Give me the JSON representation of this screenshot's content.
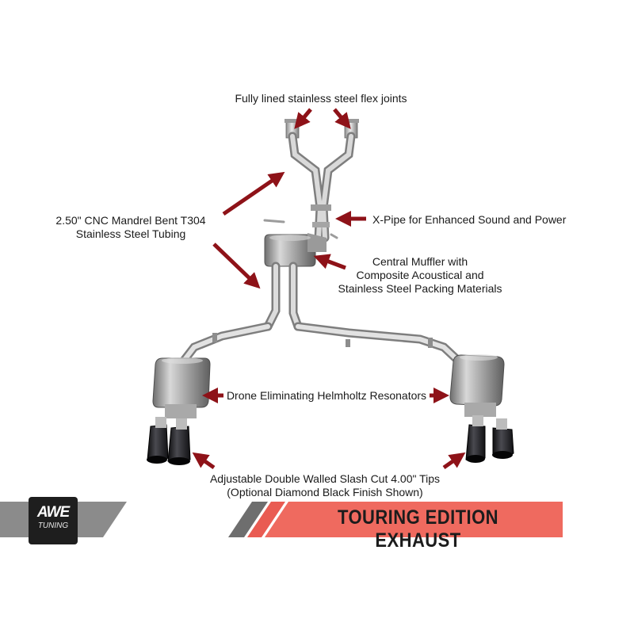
{
  "labels": {
    "flex_joints": "Fully lined stainless steel flex joints",
    "tubing": [
      "2.50\" CNC Mandrel Bent T304",
      "Stainless Steel Tubing"
    ],
    "xpipe": "X-Pipe for Enhanced Sound and Power",
    "muffler": [
      "Central Muffler with",
      "Composite Acoustical and",
      "Stainless Steel Packing Materials"
    ],
    "resonators": "Drone Eliminating Helmholtz Resonators",
    "tips": [
      "Adjustable Double Walled Slash Cut 4.00\" Tips",
      "(Optional Diamond Black Finish Shown)"
    ]
  },
  "banner": {
    "title": "TOURING EDITION EXHAUST"
  },
  "logo": {
    "brand": "AWE",
    "sub": "TUNING"
  },
  "colors": {
    "arrow": "#8e1218",
    "banner_red": "#ef6a5f",
    "banner_gray": "#8a8a8a",
    "steel": "#bfbfbf",
    "tip_black": "#1d1d1f"
  }
}
